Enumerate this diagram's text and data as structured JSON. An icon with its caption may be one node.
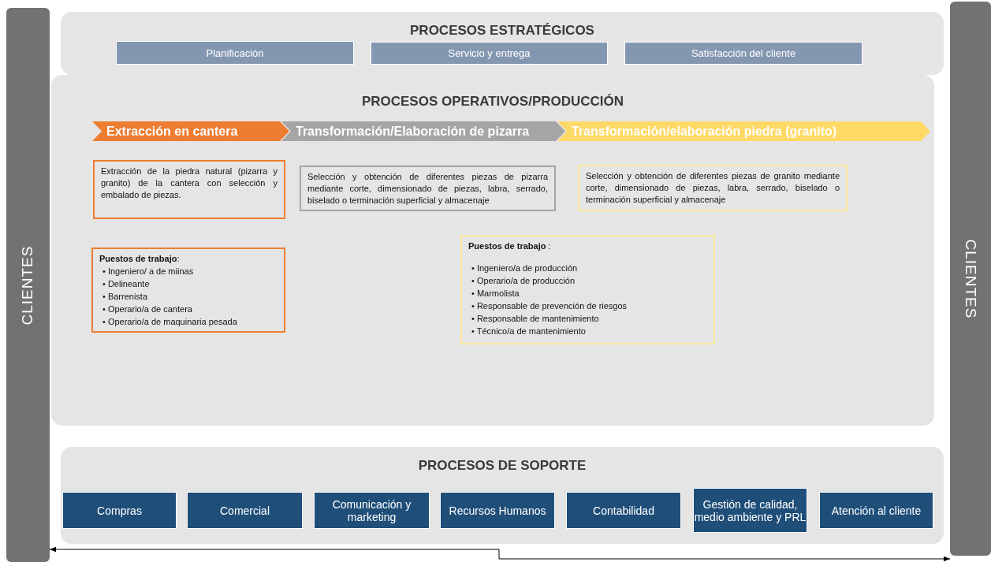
{
  "diagram": {
    "nodes": [
      {
        "text": [
          "CLIENTES"
        ]
      },
      {
        "text": [
          "PROCESOS ESTRATÉGICOS"
        ]
      },
      {
        "text": [
          "Planificación"
        ],
        "in": 1
      },
      {
        "text": [
          "Servicio y entrega"
        ],
        "in": 1
      },
      {
        "text": [
          "Satisfacción del cliente"
        ],
        "in": 1
      },
      {
        "text": [
          "PROCESOS OPERATIVOS/PRODUCCIÓN"
        ]
      },
      {
        "text": [
          "Extracción en cantera"
        ],
        "in": 5
      },
      {
        "text": [
          "Transformación/Elaboración de pizarra"
        ],
        "in": 5
      },
      {
        "text": [
          "Transformación/elaboración piedra (granito)"
        ],
        "in": 5
      },
      {
        "text": [
          "Extracción de la piedra natural (pizarra y granito) de la cantera con selección y embalado de piezas."
        ],
        "in": 5
      },
      {
        "text": [
          "Selección y obtención de diferentes piezas de pizarra mediante corte, dimensionado de piezas, labra, serrado, biselado o terminación superficial y almacenaje"
        ],
        "in": 5
      },
      {
        "text": [
          "Selección y obtención de diferentes piezas de granito mediante corte, dimensionado de piezas, labra, serrado, biselado o terminación superficial y almacenaje"
        ],
        "in": 5
      },
      {
        "text": [
          "**Puestos de trabajo**:",
          "• Ingeniero/ a de miinas",
          "• Delineante",
          "• Barrenista",
          "• Operario/a de cantera",
          "• Operario/a de maquinaria pesada"
        ],
        "in": 5
      },
      {
        "text": [
          "**Puestos de trabajo** :",
          "• Ingeniero/a de producción",
          "• Operario/a de producción",
          "• Marmolista",
          "• Responsable de prevención de riesgos",
          "• Responsable de mantenimiento",
          "• Técnico/a de mantenimiento"
        ],
        "in": 5
      },
      {
        "text": [
          "PROCESOS DE SOPORTE"
        ]
      },
      {
        "text": [
          "Compras"
        ],
        "in": 14
      },
      {
        "text": [
          "Comercial"
        ],
        "in": 14
      },
      {
        "text": [
          "Comunicación y marketing"
        ],
        "in": 14
      },
      {
        "text": [
          "Recursos Humanos"
        ],
        "in": 14
      },
      {
        "text": [
          "Contabilidad"
        ],
        "in": 14
      },
      {
        "text": [
          "Gestión de calidad, medio ambiente y PRL"
        ],
        "in": 14
      },
      {
        "text": [
          "Atención al cliente"
        ],
        "in": 14
      },
      {
        "text": [
          "CLIENTES"
        ]
      }
    ],
    "edges": [
      {
        "from": 0,
        "to": 22,
        "arrow": "both"
      }
    ]
  }
}
